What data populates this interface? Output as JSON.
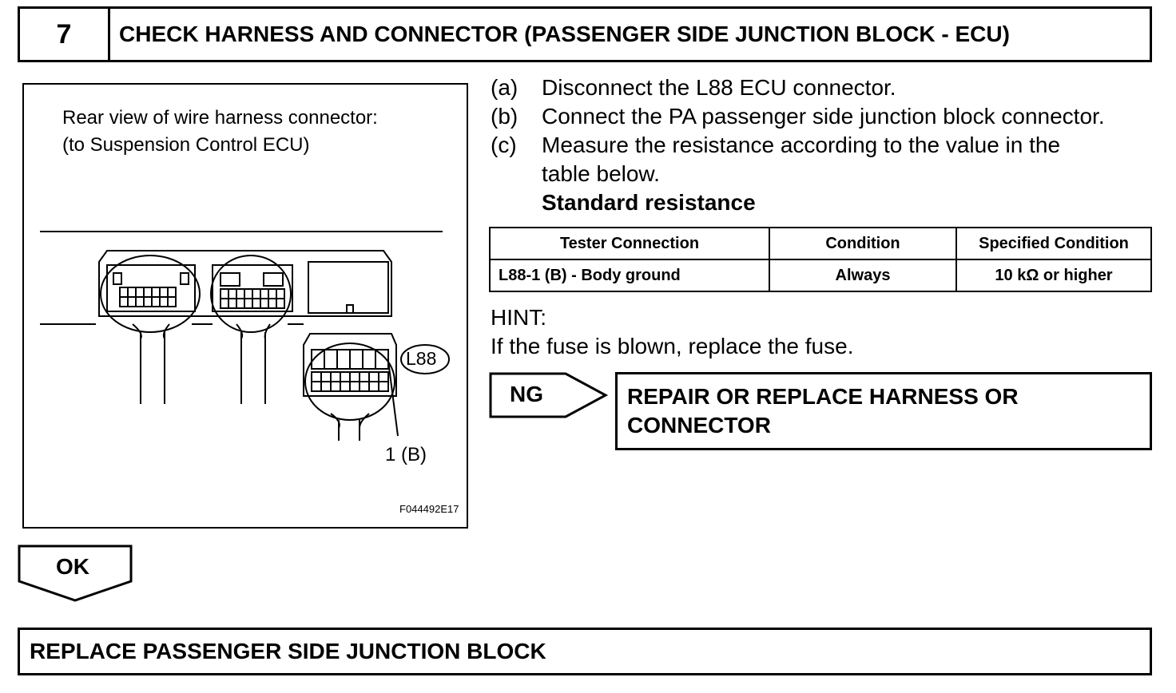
{
  "header": {
    "step_number": "7",
    "title": "CHECK HARNESS AND CONNECTOR (PASSENGER SIDE JUNCTION BLOCK - ECU)"
  },
  "figure": {
    "caption_line1": "Rear view of wire harness connector:",
    "caption_line2": "(to Suspension Control ECU)",
    "connector_label": "L88",
    "pin_label": "1 (B)",
    "figure_code": "F044492E17"
  },
  "steps": [
    {
      "letter": "(a)",
      "text": "Disconnect the L88 ECU connector."
    },
    {
      "letter": "(b)",
      "text": "Connect the PA passenger side junction block connector."
    },
    {
      "letter": "(c)",
      "text": "Measure the resistance according to the value in the",
      "text_cont": "table below."
    }
  ],
  "standard_label": "Standard resistance",
  "table": {
    "headers": [
      "Tester Connection",
      "Condition",
      "Specified Condition"
    ],
    "rows": [
      [
        "L88-1 (B) - Body ground",
        "Always",
        "10 kΩ or higher"
      ]
    ]
  },
  "hint": {
    "label": "HINT:",
    "text": "If the fuse is blown, replace the fuse."
  },
  "ng": {
    "label": "NG",
    "result_line1": "REPAIR OR REPLACE HARNESS OR",
    "result_line2": "CONNECTOR"
  },
  "ok": {
    "label": "OK"
  },
  "final": {
    "text": "REPLACE PASSENGER SIDE JUNCTION BLOCK"
  }
}
